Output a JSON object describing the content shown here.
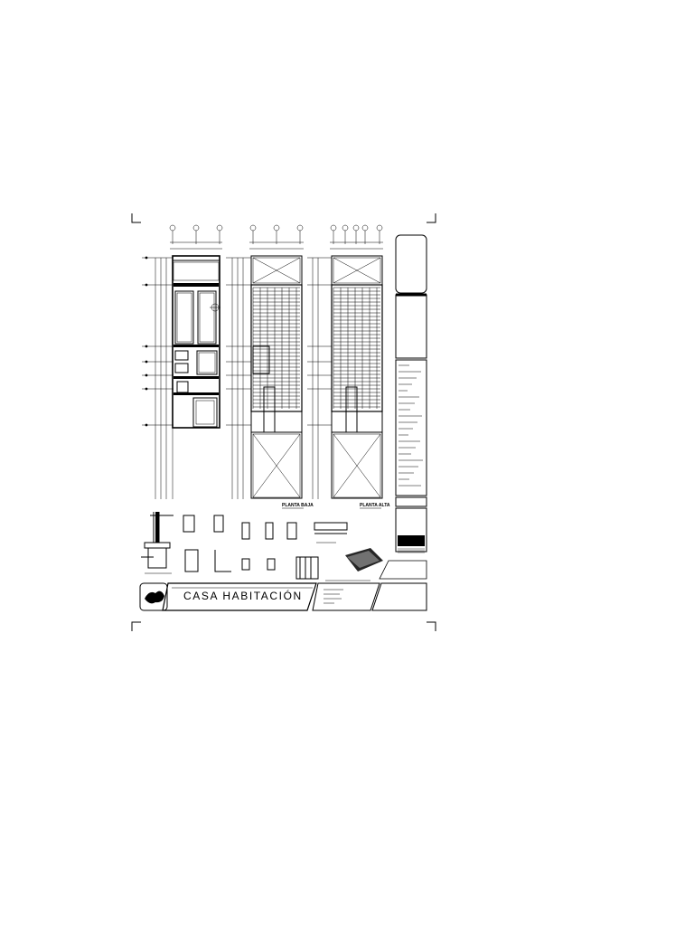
{
  "title_block": {
    "project_title": "CASA HABITACIÓN"
  },
  "plans": [
    {
      "label": "PLANTA BAJA"
    },
    {
      "label": "PLANTA ALTA"
    }
  ]
}
